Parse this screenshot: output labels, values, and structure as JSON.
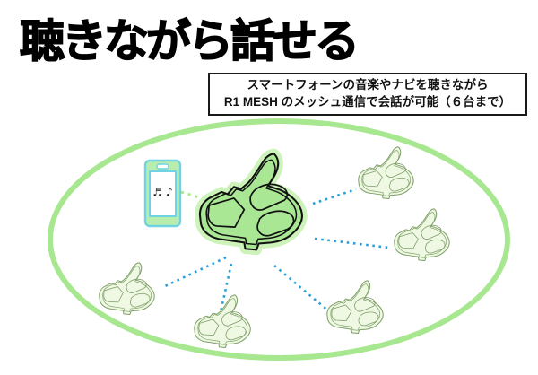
{
  "title": "聴きながら話せる",
  "caption": {
    "line1": "スマートフォーンの音楽やナビを聴きながら",
    "line2": "R1 MESH のメッシュ通信で会話が可能（６台まで）"
  },
  "diagram": {
    "phone_music_notes": "♬ ♪",
    "mesh_unit_count": 6
  },
  "colors": {
    "title_text": "#000000",
    "caption_border": "#1a1a1a",
    "ellipse_stroke": "#a7e78f",
    "central_fill": "#a9e795",
    "central_glow": "#cdf3ba",
    "central_outline": "#111111",
    "small_fill": "#eef8e3",
    "small_stroke": "#7d9e66",
    "phone_fill": "#b9edae",
    "phone_stroke": "#6fd3e2",
    "green_link": "#a5e78c",
    "blue_link": "#2aa0d8"
  }
}
